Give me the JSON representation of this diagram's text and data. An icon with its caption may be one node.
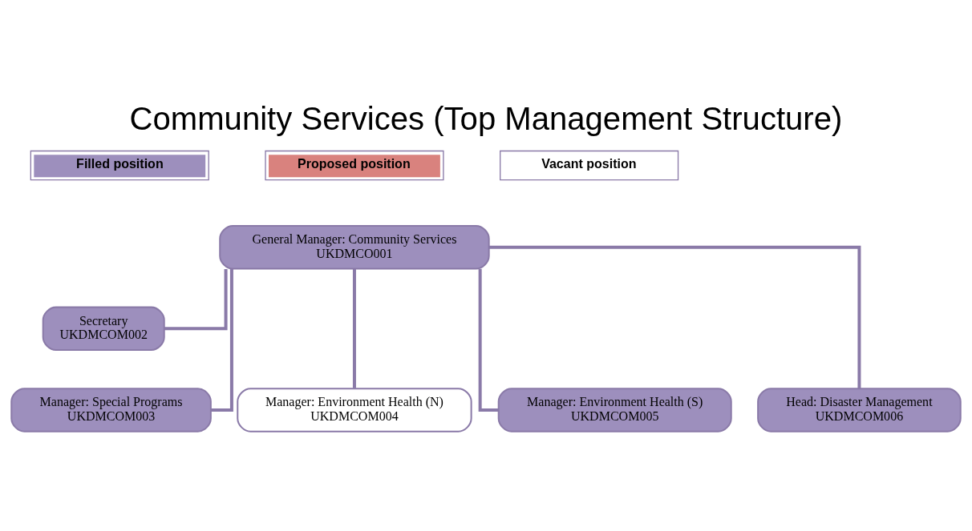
{
  "diagram": {
    "title": "Community Services (Top Management Structure)",
    "nodes": [
      {
        "text": [
          "General Manager: Community Services",
          "UKDMCO001"
        ]
      },
      {
        "text": [
          "Secretary",
          "UKDMCOM002"
        ]
      },
      {
        "text": [
          "Manager: Special Programs",
          "UKDMCOM003"
        ]
      },
      {
        "text": [
          "Manager: Environment Health (N)",
          "UKDMCOM004"
        ]
      },
      {
        "text": [
          "Manager: Environment Health (S)",
          "UKDMCOM005"
        ]
      },
      {
        "text": [
          "Head: Disaster Management",
          "UKDMCOM006"
        ]
      }
    ],
    "edges": [
      {
        "from": 0,
        "to": 1,
        "arrow": "none"
      },
      {
        "from": 0,
        "to": 2,
        "arrow": "none"
      },
      {
        "from": 0,
        "to": 3,
        "arrow": "none"
      },
      {
        "from": 0,
        "to": 4,
        "arrow": "none"
      },
      {
        "from": 0,
        "to": 5,
        "arrow": "none"
      }
    ],
    "legend": [
      {
        "text": "Filled position",
        "color": "#9d8fbd"
      },
      {
        "text": "Proposed position",
        "color": "#d9827e"
      },
      {
        "text": "Vacant position",
        "color": "#ffffff"
      }
    ]
  }
}
